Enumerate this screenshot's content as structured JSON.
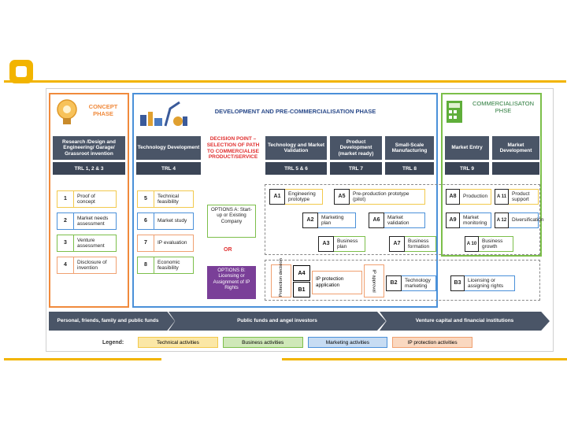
{
  "concept": {
    "title": "CONCEPT\nPHASE",
    "header": "Research /Design and Engineering/ Garage/ Grassroot invention",
    "trl": "TRL 1, 2 & 3",
    "items": [
      {
        "n": "1",
        "label": "Proof of concept"
      },
      {
        "n": "2",
        "label": "Market needs assessment"
      },
      {
        "n": "3",
        "label": "Venture assessment"
      },
      {
        "n": "4",
        "label": "Disclosure of invention"
      }
    ]
  },
  "development": {
    "title": "DEVELOPMENT AND PRE-COMMERCIALISATION PHASE",
    "headers": [
      {
        "h": "Technology Development",
        "trl": "TRL 4"
      },
      {
        "h": "Technology and Market Validation",
        "trl": "TRL 5 & 6"
      },
      {
        "h": "Product Development (market ready)",
        "trl": "TRL 7"
      },
      {
        "h": "Small-Scale Manufacturing",
        "trl": "TRL 8"
      }
    ],
    "decision": "DECISION POINT – SELECTION OF PATH TO COMMERCIALISE PRODUCT/SERVICE",
    "items": [
      {
        "n": "5",
        "label": "Technical feasibility"
      },
      {
        "n": "6",
        "label": "Market study"
      },
      {
        "n": "7",
        "label": "IP evaluation"
      },
      {
        "n": "8",
        "label": "Economic feasibility"
      }
    ],
    "option_a": "OPTIONS A: Start-up or Existing Company",
    "or": "OR",
    "option_b": "OPTIONS B: Licensing or Assignment of IP Rights",
    "a_items": [
      {
        "c": "A1",
        "label": "Engineering prototype"
      },
      {
        "c": "A5",
        "label": "Pre-production prototype (pilot)"
      },
      {
        "c": "A2",
        "label": "Marketing plan"
      },
      {
        "c": "A6",
        "label": "Market validation"
      },
      {
        "c": "A3",
        "label": "Business plan"
      },
      {
        "c": "A7",
        "label": "Business formation"
      }
    ],
    "protection": "Protection decision",
    "a4": "A4",
    "b1": "B1",
    "ip_protection": "IP protection application",
    "ip_approval": "IP approval",
    "b2": {
      "c": "B2",
      "label": "Technology marketing"
    }
  },
  "commercialisation": {
    "title": "COMMERCIALISATON\nPHSE",
    "headers": [
      {
        "h": "Market Entry",
        "trl": "TRL 9"
      },
      {
        "h": "Market Development",
        "trl": ""
      }
    ],
    "items": [
      {
        "c": "A8",
        "label": "Production"
      },
      {
        "c": "A 11",
        "label": "Product support"
      },
      {
        "c": "A9",
        "label": "Market monitoring"
      },
      {
        "c": "A 12",
        "label": "Diversification"
      },
      {
        "c": "A 10",
        "label": "Business growth"
      }
    ],
    "b3": {
      "c": "B3",
      "label": "Licensing or assigning rights"
    }
  },
  "funding": [
    "Personal, friends, family and public funds",
    "Public funds and angel investors",
    "Venture capital and financial institutions"
  ],
  "legend": {
    "title": "Legend:",
    "entries": [
      "Technical activities",
      "Business activities",
      "Marketing activities",
      "IP protection activities"
    ]
  },
  "colors": {
    "accent": "#f2b400",
    "concept": "#f08a3c",
    "dev": "#4a90d9",
    "comm": "#7cbf4a",
    "header": "#4a5567"
  }
}
